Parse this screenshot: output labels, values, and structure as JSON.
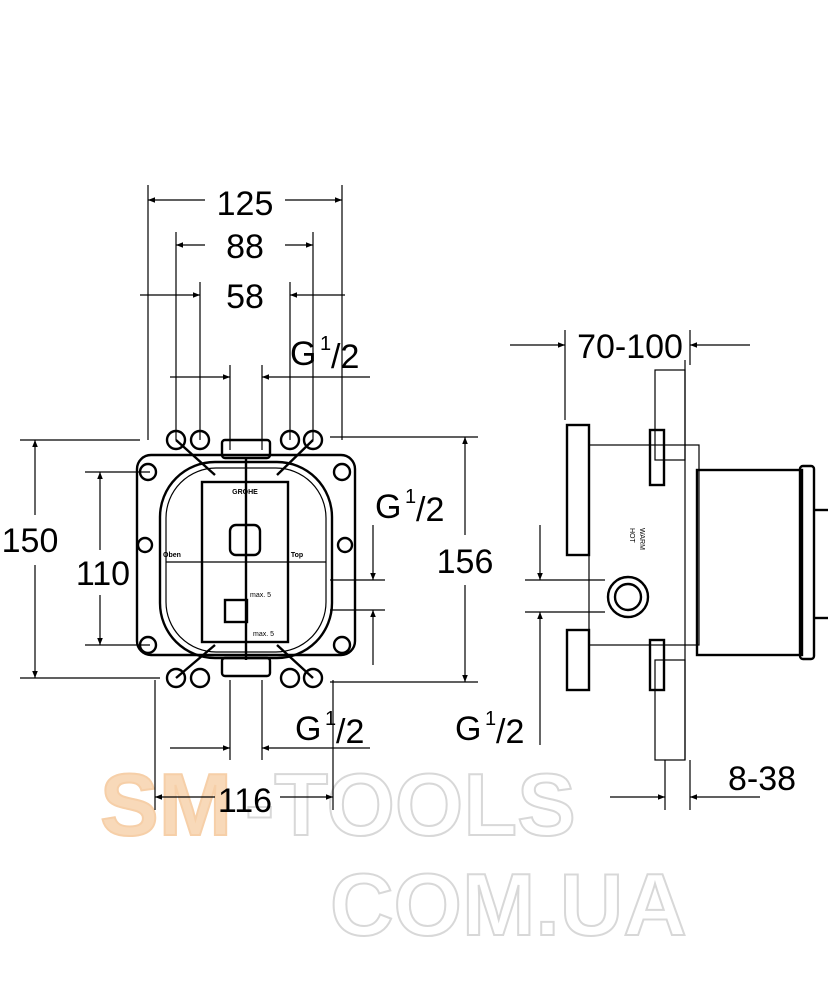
{
  "dimensions": {
    "width_overall": "125",
    "width_mid": "88",
    "width_inner": "58",
    "height_overall": "150",
    "height_inner": "110",
    "height_mounting": "156",
    "bottom_width": "116",
    "depth": "70-100",
    "wall_plate": "8-38"
  },
  "threads": {
    "top": {
      "g": "G",
      "num": "1",
      "den": "/2"
    },
    "front_right": {
      "g": "G",
      "num": "1",
      "den": "/2"
    },
    "bottom": {
      "g": "G",
      "num": "1",
      "den": "/2"
    },
    "side": {
      "g": "G",
      "num": "1",
      "den": "/2"
    }
  },
  "labels": {
    "brand": "GROHE",
    "left_arrow_label": "Oben",
    "right_arrow_label": "Top",
    "max_top": "max. 5",
    "max_bottom": "max. 5",
    "side_warm": "WARM",
    "side_hot": "HOT"
  },
  "watermark": {
    "line1_a": "SM",
    "line1_b": "-TOOLS",
    "line2": "COM.UA",
    "accent": "#f6cfa8",
    "gray": "#dcdcdc"
  }
}
